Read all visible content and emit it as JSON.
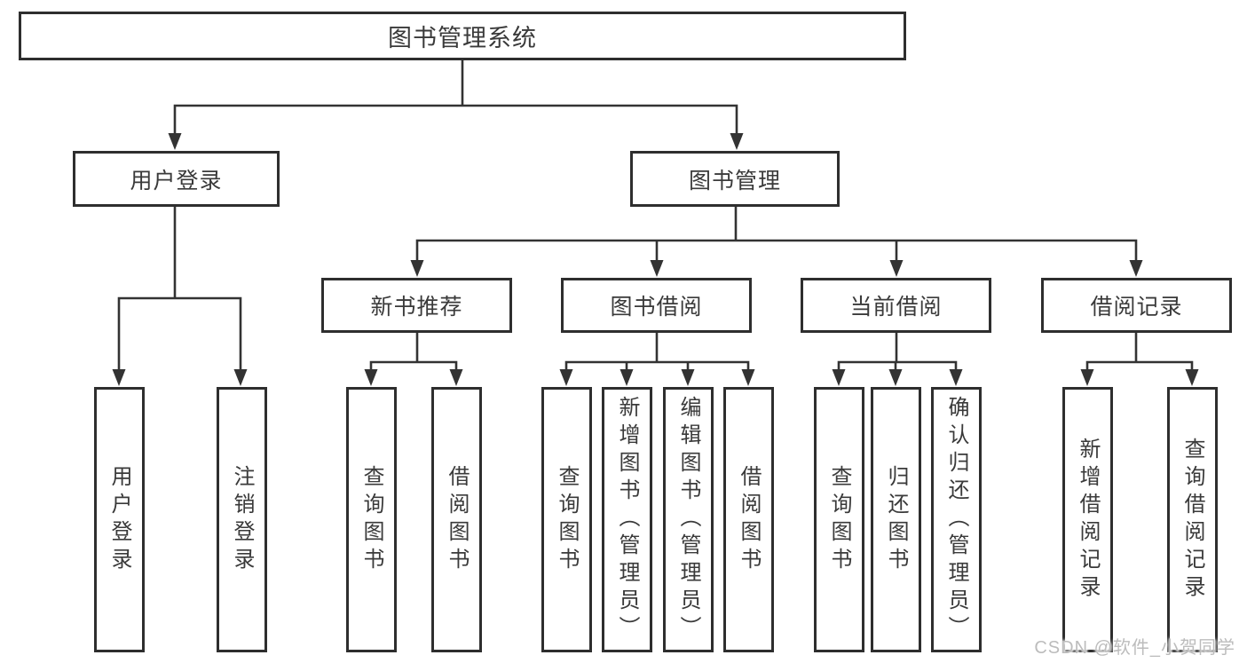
{
  "watermark": "CSDN @软件_小贺同学",
  "colors": {
    "line": "#333333",
    "box_border": "#2e2e2e",
    "text": "#3a3a3a",
    "watermark": "#bcbcbc",
    "background": "#ffffff"
  },
  "diagram": {
    "root": {
      "label": "图书管理系统"
    },
    "branches": [
      {
        "label": "用户登录",
        "children": [
          {
            "label": "用户登录"
          },
          {
            "label": "注销登录"
          }
        ]
      },
      {
        "label": "图书管理",
        "children": [
          {
            "label": "新书推荐",
            "children": [
              {
                "label": "查询图书"
              },
              {
                "label": "借阅图书"
              }
            ]
          },
          {
            "label": "图书借阅",
            "children": [
              {
                "label": "查询图书"
              },
              {
                "label": "新增图书（管理员）"
              },
              {
                "label": "编辑图书（管理员）"
              },
              {
                "label": "借阅图书"
              }
            ]
          },
          {
            "label": "当前借阅",
            "children": [
              {
                "label": "查询图书"
              },
              {
                "label": "归还图书"
              },
              {
                "label": "确认归还（管理员）"
              }
            ]
          },
          {
            "label": "借阅记录",
            "children": [
              {
                "label": "新增借阅记录"
              },
              {
                "label": "查询借阅记录"
              }
            ]
          }
        ]
      }
    ]
  }
}
